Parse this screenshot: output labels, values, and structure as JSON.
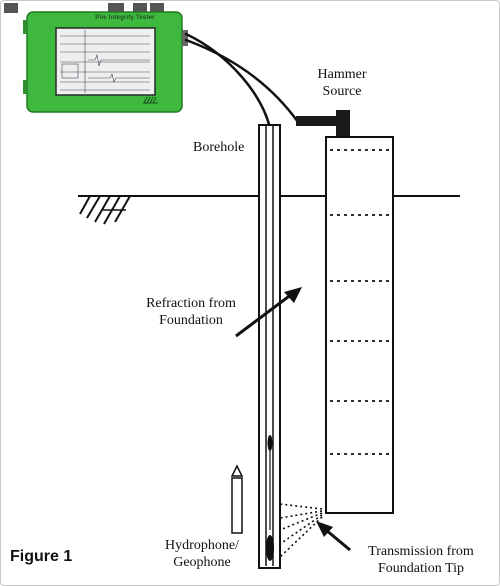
{
  "device": {
    "title": "Pile Integrity Tester",
    "body_color": "#3fb83f",
    "screen_color": "#eef0f0"
  },
  "labels": {
    "hammer_line1": "Hammer",
    "hammer_line2": "Source",
    "borehole": "Borehole",
    "refraction_line1": "Refraction from",
    "refraction_line2": "Foundation",
    "hydrophone_line1": "Hydrophone/",
    "hydrophone_line2": "Geophone",
    "transmission_line1": "Transmission from",
    "transmission_line2": "Foundation Tip"
  },
  "caption": "Figure 1"
}
